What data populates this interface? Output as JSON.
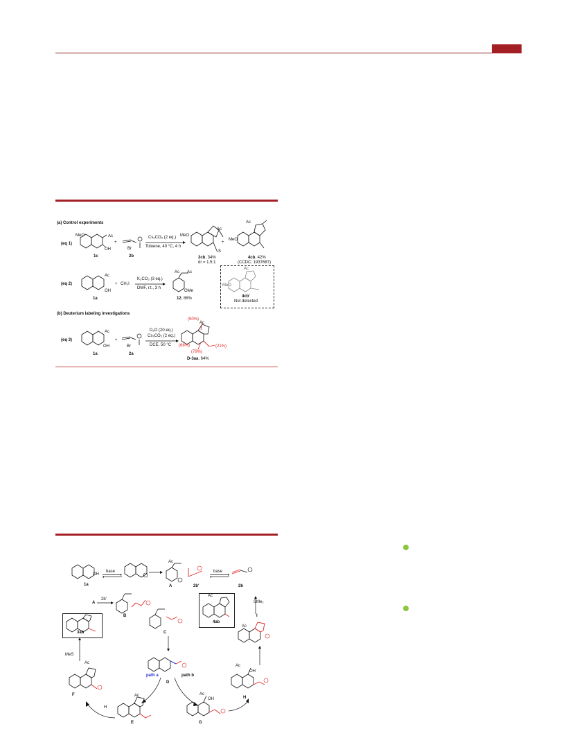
{
  "scheme1": {
    "section_a": "(a) Control experiments",
    "section_b": "(b) Deuterium labeling investigations",
    "eq1": {
      "label": "(eq 1)",
      "reactant1_substituent": "MeO",
      "reactant1_acyl": "Ac",
      "reactant1_oh": "OH",
      "reactant1": "1c",
      "plus": "+",
      "reactant2_counterion": "Br",
      "reactant2": "2b",
      "conditions_line1": "Cs₂CO₃ (2 eq.)",
      "conditions_line2": "Toluene, 40 °C, 4 h",
      "product1_label": "3cb",
      "product1_yield": ", 34%",
      "product1_dr": "dr = 1.5:1",
      "product1_substituent": "MeO",
      "product1_acyl": "Ac",
      "product1_s": "S",
      "plus2": "+",
      "product2_label": "4cb",
      "product2_yield": ", 42%",
      "product2_ccdc": "(CCDC: 1937687)",
      "product2_substituent": "MeO",
      "product2_acyl": "Ac"
    },
    "eq2": {
      "label": "(eq 2)",
      "reactant1_acyl": "Ac",
      "reactant1_oh": "OH",
      "reactant1": "1a",
      "plus": "+",
      "reagent": "CH₃I",
      "conditions_line1": "K₂CO₃ (3 eq.)",
      "conditions_line2": "DMF, r.t., 3 h",
      "product_acyl1": "Ac",
      "product_acyl2": "Ac",
      "product_ome": "OMe",
      "product_label": "12",
      "product_yield": ", 86%"
    },
    "box": {
      "substituent": "MeO",
      "acyl": "Ac",
      "label": "4cb'",
      "status": "Not detected"
    },
    "eq3": {
      "label": "(eq 3)",
      "reactant1_acyl": "Ac",
      "reactant1_oh": "OH",
      "reactant1": "1a",
      "plus": "+",
      "reactant2_counterion": "Br",
      "reactant2": "2a",
      "conditions_line1": "D₂O (20 eq.)",
      "conditions_line2": "Cs₂CO₃ (2 eq.)",
      "conditions_line3": "DCE, 50 °C",
      "label_50": "(50%)",
      "label_68": "(68%)",
      "label_79": "(79%)",
      "label_21": "(21%)",
      "product_acyl": "Ac",
      "product_label": "D-3aa",
      "product_yield": ", 64%"
    }
  },
  "scheme2": {
    "label_1a": "1a",
    "base1": "base",
    "label_A": "A",
    "label_2b_prime": "2b'",
    "base2": "base",
    "label_2b": "2b",
    "step_A": "A",
    "step_reagent": "2b'",
    "label_B": "B",
    "label_C": "C",
    "label_D": "D",
    "path_a": "path a",
    "path_b": "path b",
    "label_E": "E",
    "label_F": "F",
    "label_G": "G",
    "label_H": "H",
    "label_I": "I",
    "product_3ab": "3ab",
    "product_4ab": "4ab",
    "smes": "SMe₂",
    "mes": "MeS",
    "oh": "OH",
    "acyl": "Ac"
  },
  "colors": {
    "accent": "#a31f24",
    "red_structure": "#e02424",
    "blue_bond": "#2430c8",
    "badge": "#8cc63f"
  }
}
